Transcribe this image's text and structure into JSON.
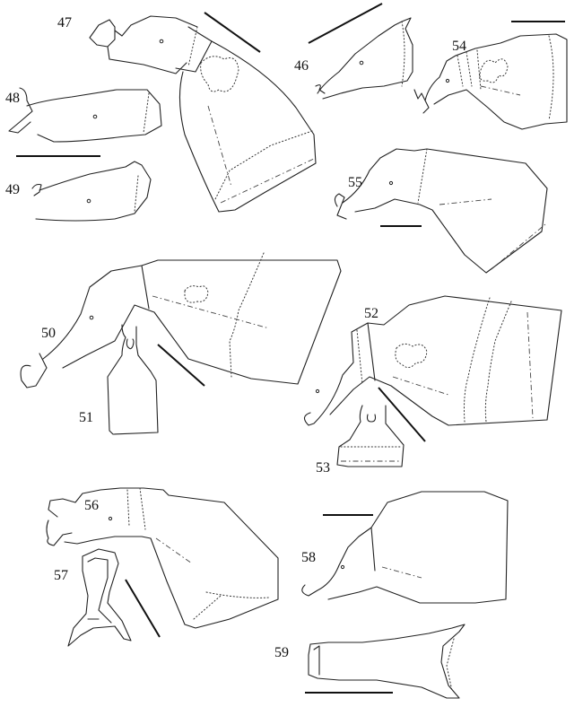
{
  "figure_labels": {
    "f46": "46",
    "f47": "47",
    "f48": "48",
    "f49": "49",
    "f50": "50",
    "f51": "51",
    "f52": "52",
    "f53": "53",
    "f54": "54",
    "f55": "55",
    "f56": "56",
    "f57": "57",
    "f58": "58",
    "f59": "59"
  }
}
